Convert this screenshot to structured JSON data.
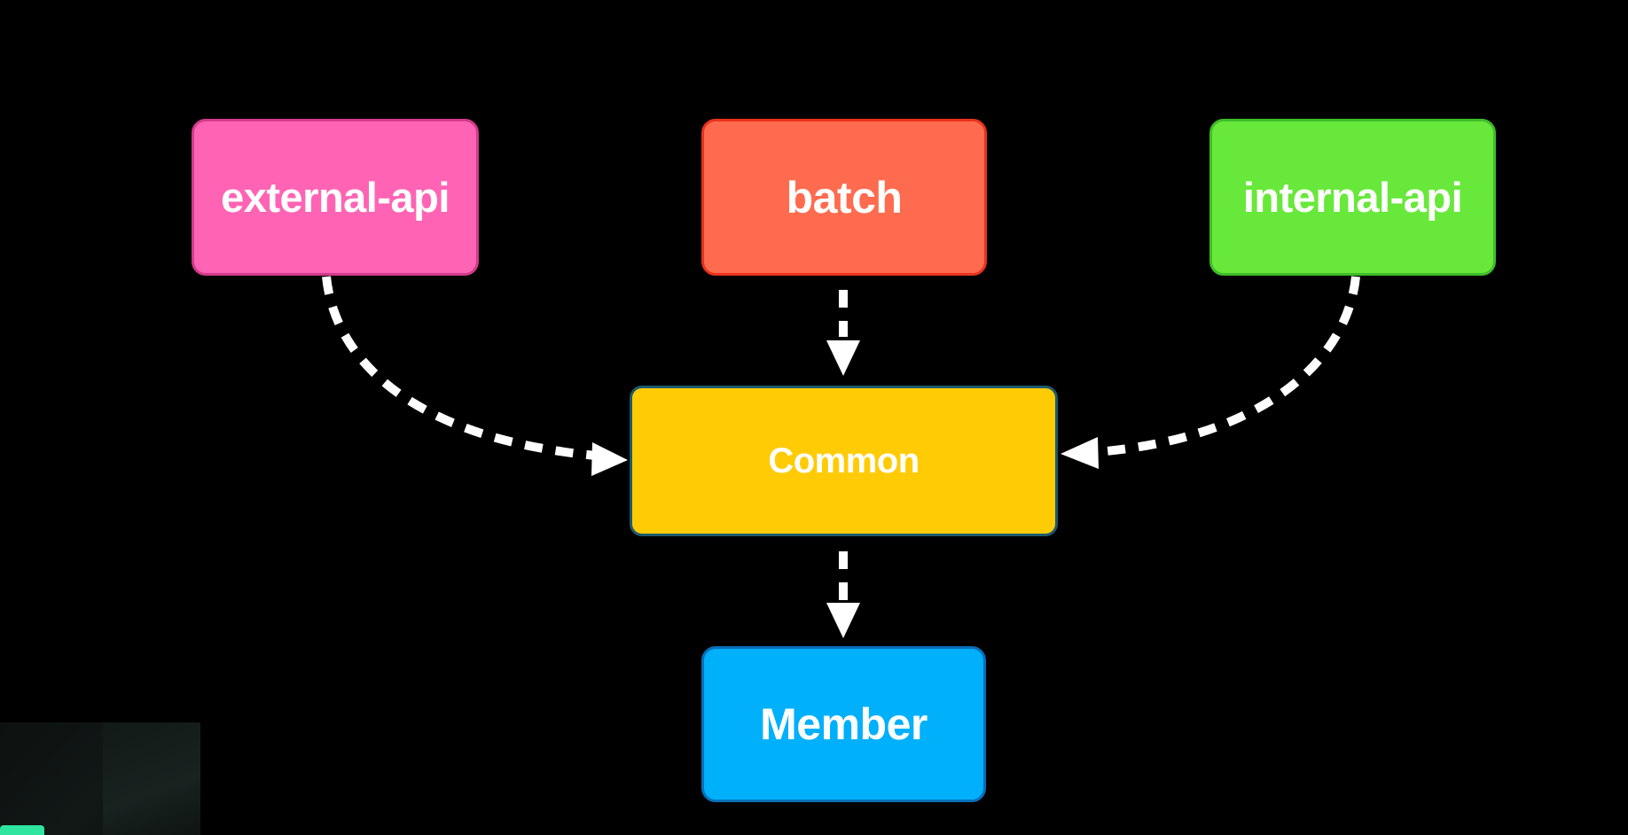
{
  "diagram": {
    "nodes": {
      "external_api": {
        "label": "external-api",
        "color": "#ff64b4"
      },
      "batch": {
        "label": "batch",
        "color": "#ff6b4e"
      },
      "internal_api": {
        "label": "internal-api",
        "color": "#68e83a"
      },
      "common": {
        "label": "Common",
        "color": "#ffcb05"
      },
      "member": {
        "label": "Member",
        "color": "#00b0fb"
      }
    },
    "edges": [
      {
        "from": "external-api",
        "to": "Common",
        "style": "dashed"
      },
      {
        "from": "batch",
        "to": "Common",
        "style": "dashed"
      },
      {
        "from": "internal-api",
        "to": "Common",
        "style": "dashed"
      },
      {
        "from": "Common",
        "to": "Member",
        "style": "dashed"
      }
    ],
    "edge_color": "#ffffff",
    "background": "#000000",
    "corner_accent_color": "#2ee6a0"
  }
}
